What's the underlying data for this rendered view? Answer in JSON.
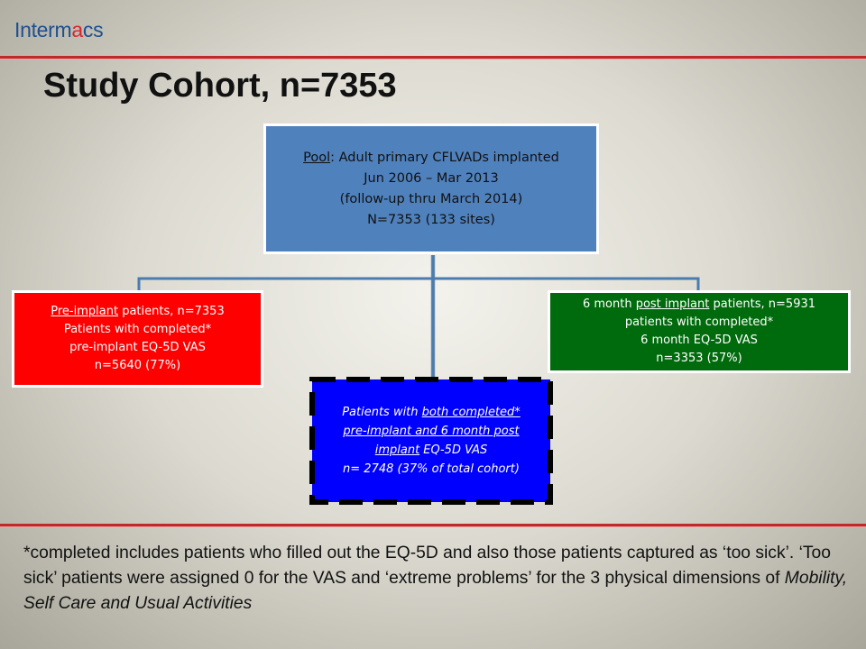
{
  "header": {
    "logo_part1": "Interm",
    "logo_part2": "a",
    "logo_part3": "cs"
  },
  "title": "Study Cohort, n=7353",
  "colors": {
    "pool_box": "#4f81bd",
    "pre_box": "#ff0000",
    "post_box": "#006b0c",
    "both_box": "#0000ff",
    "rule": "#c0282b",
    "connector": "#4a7cb0"
  },
  "pool": {
    "label_underlined": "Pool",
    "label_rest": ":  Adult primary CFLVADs implanted",
    "line2": "Jun 2006 – Mar 2013",
    "line3": "(follow-up thru March 2014)",
    "line4": "N=7353   (133 sites)"
  },
  "pre_implant": {
    "label_underlined": "Pre-implant",
    "label_rest": " patients, n=7353",
    "line2": "Patients with completed*",
    "line3": "pre-implant EQ-5D VAS",
    "line4": "n=5640 (77%)"
  },
  "post_implant": {
    "label_prefix": "6 month ",
    "label_underlined": "post implant",
    "label_rest": " patients, n=5931",
    "line2": "patients with completed*",
    "line3": "6 month EQ-5D VAS",
    "line4": "n=3353 (57%)"
  },
  "both": {
    "prefix": "Patients with ",
    "underlined1": "both completed*",
    "underlined2": "pre-implant and 6 month post",
    "underlined3": "implant",
    "rest3": " EQ-5D VAS",
    "line4": "n= 2748 (37% of total cohort)"
  },
  "footnote": {
    "part1": "*completed includes patients who filled out the EQ-5D and also those patients captured as ‘too sick’.  ‘Too sick’ patients were assigned 0 for the VAS and ‘extreme problems’ for the 3 physical dimensions of ",
    "italic": "Mobility, Self Care and Usual Activities"
  }
}
